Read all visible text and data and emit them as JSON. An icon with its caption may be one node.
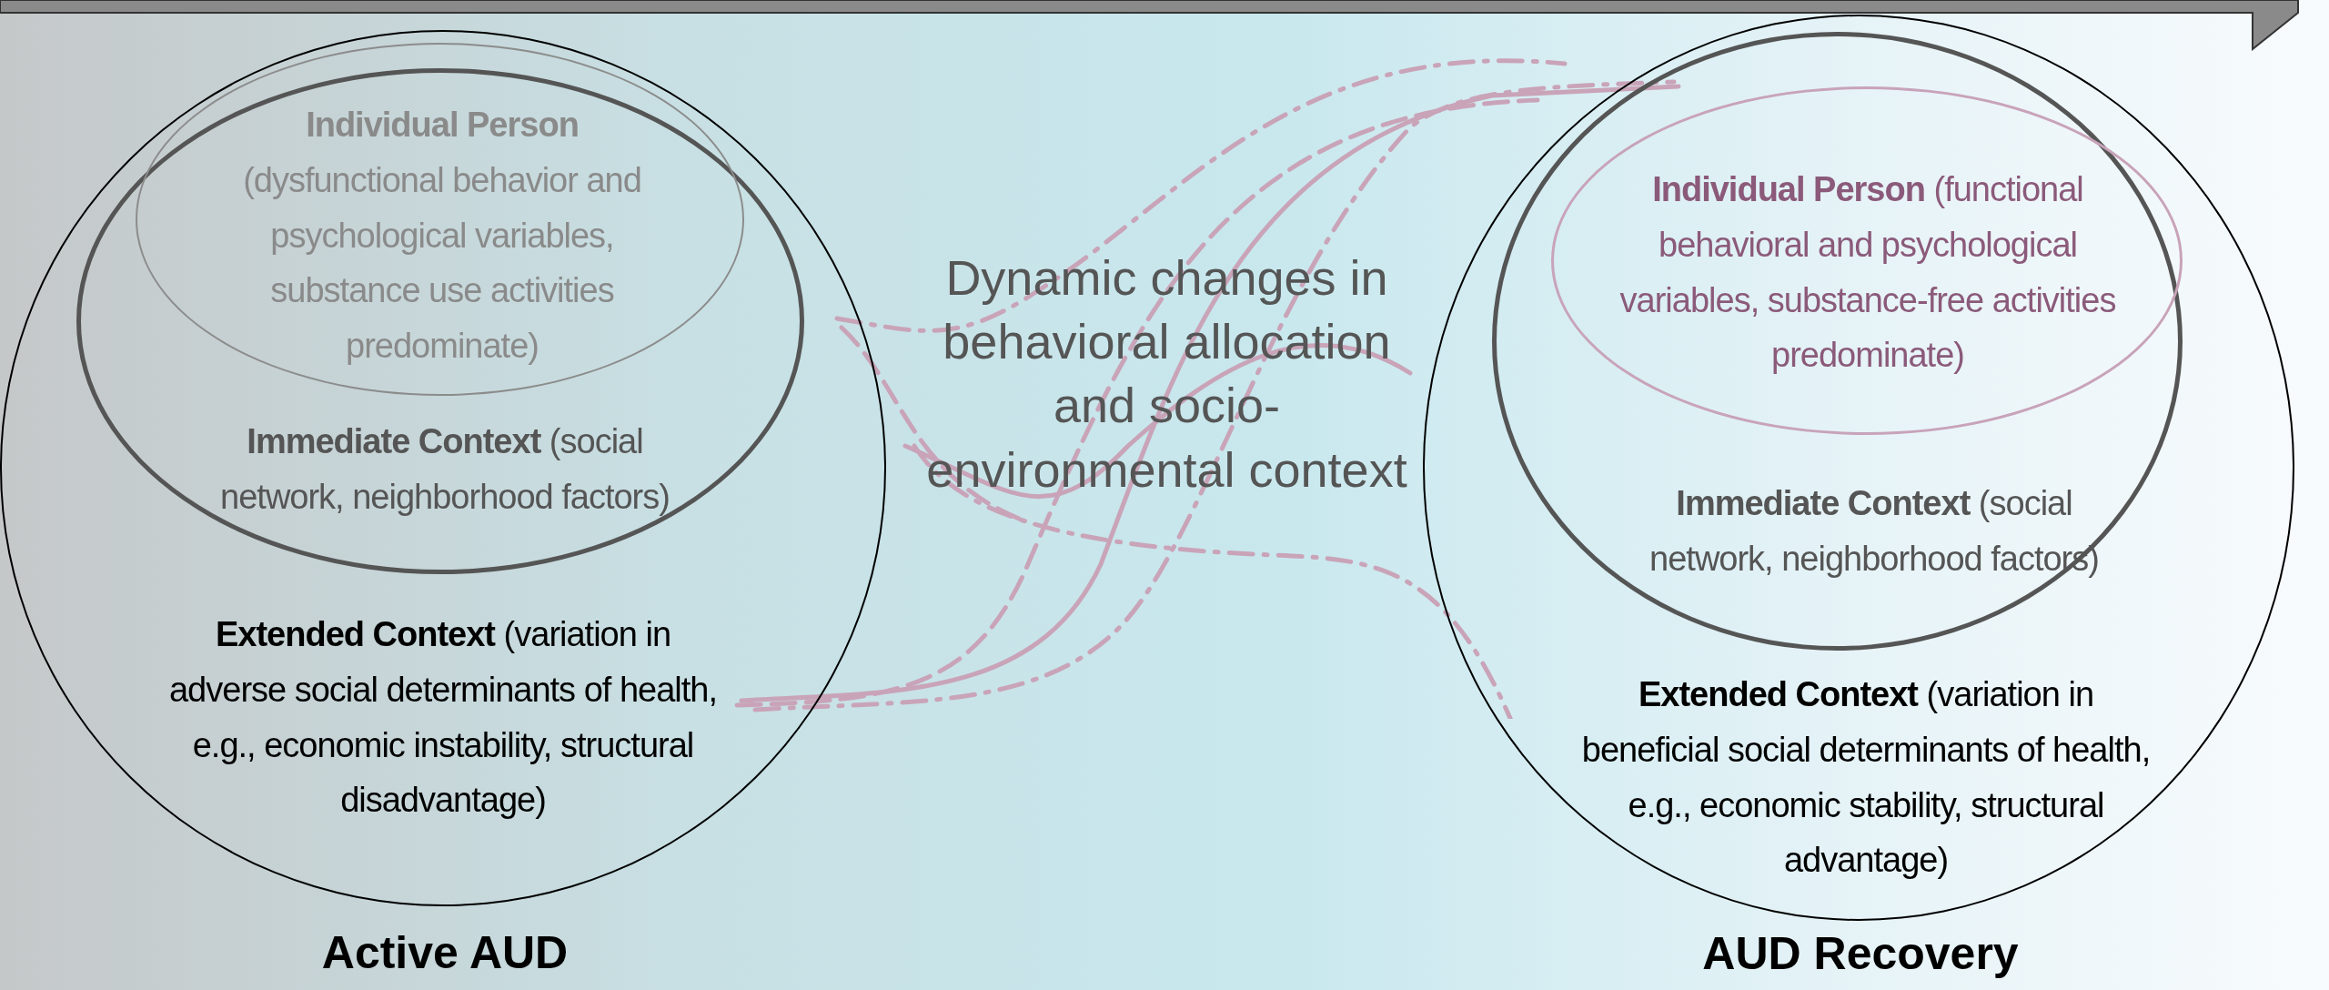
{
  "diagram": {
    "nodes": [
      {
        "text": [
          "**Extended Context** (variation in adverse social determinants of health, e.g., economic instability, structural disadvantage)",
          "Active AUD"
        ]
      },
      {
        "text": [
          "**Immediate Context** (social network, neighborhood factors)"
        ],
        "in": 0
      },
      {
        "text": [
          "**Individual Person** (dysfunctional behavior and psychological variables, substance use activities predominate)"
        ],
        "in": 0
      },
      {
        "text": [
          "Dynamic changes in behavioral allocation and socio-environmental context"
        ]
      },
      {
        "text": [
          "**Extended Context** (variation in beneficial social determinants of health, e.g., economic stability, structural advantage)",
          "AUD Recovery"
        ]
      },
      {
        "text": [
          "**Immediate Context** (social network, neighborhood factors)"
        ],
        "in": 4
      },
      {
        "text": [
          "**Individual Person** (functional behavioral and psychological variables, substance-free activities predominate)"
        ],
        "in": 5
      }
    ],
    "edges": []
  }
}
